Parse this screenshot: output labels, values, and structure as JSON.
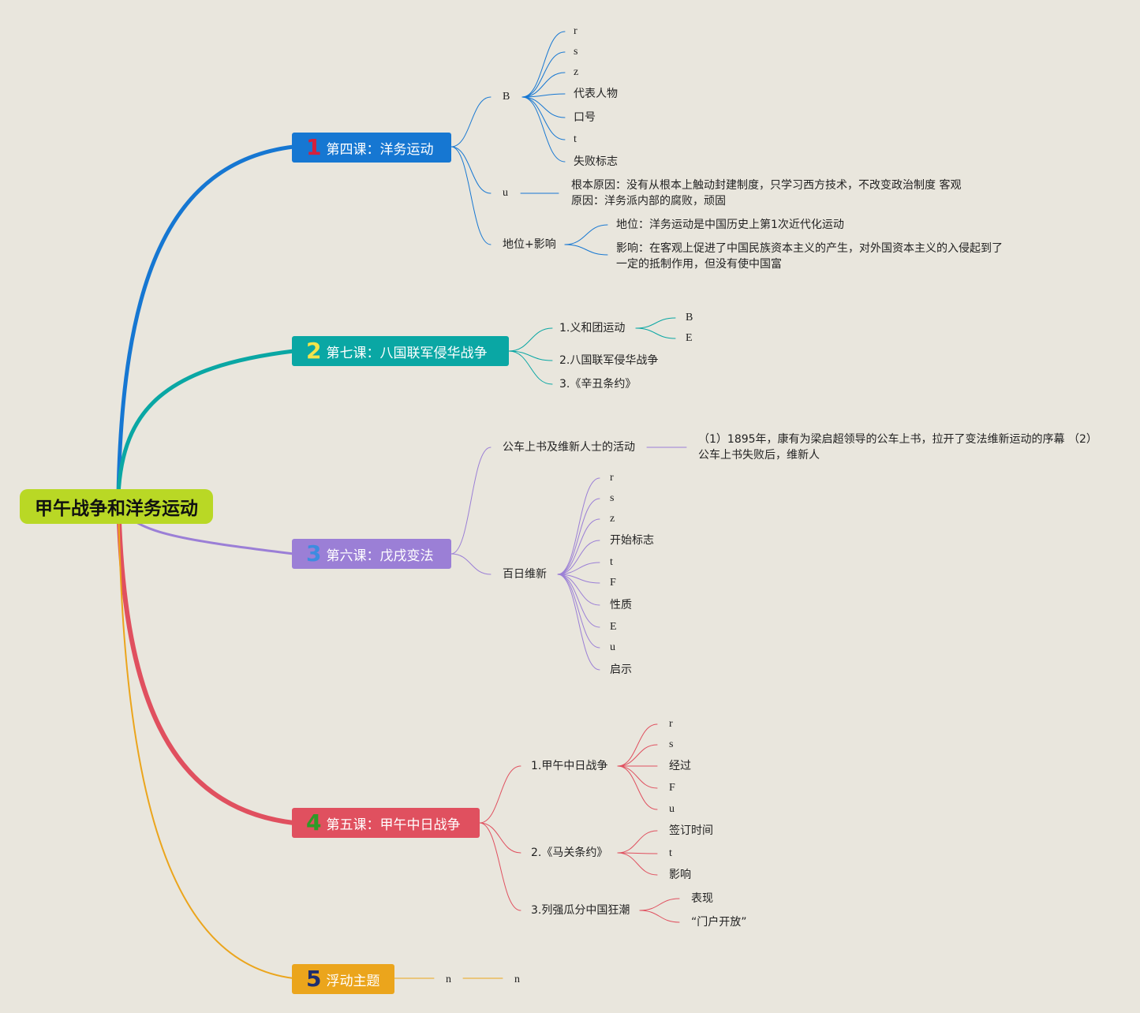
{
  "root": {
    "title": "甲午战争和洋务运动"
  },
  "colors": {
    "background": "#e9e6dd",
    "root": "#b9d825",
    "b1": "#1677d2",
    "b2": "#0aa7a4",
    "b3": "#9b7fd6",
    "b4": "#e0505f",
    "b5": "#eba51c",
    "n1": "#d4203d",
    "n2": "#f3e44a",
    "n3": "#3d8ce0",
    "n4": "#2d9b27",
    "n5": "#1f2e6e"
  },
  "b1": {
    "num": "1",
    "title": "第四课：洋务运动",
    "B": {
      "label": "B",
      "items": [
        "r",
        "s",
        "z",
        "代表人物",
        "口号",
        "t",
        "失败标志"
      ]
    },
    "u": {
      "label": "u",
      "note": "根本原因：没有从根本上触动封建制度，只学习西方技术，不改变政治制度 客观原因：洋务派内部的腐败，顽固"
    },
    "status": {
      "label": "地位+影响",
      "items": [
        "地位：洋务运动是中国历史上第1次近代化运动",
        "影响：在客观上促进了中国民族资本主义的产生，对外国资本主义的入侵起到了一定的抵制作用，但没有使中国富"
      ]
    }
  },
  "b2": {
    "num": "2",
    "title": "第七课：八国联军侵华战争",
    "a": {
      "label": "1.义和团运动",
      "items": [
        "B",
        "E"
      ]
    },
    "b": {
      "label": "2.八国联军侵华战争"
    },
    "c": {
      "label": "3.《辛丑条约》"
    }
  },
  "b3": {
    "num": "3",
    "title": "第六课：戊戌变法",
    "a": {
      "label": "公车上书及维新人士的活动",
      "note": "（1）1895年，康有为梁启超领导的公车上书，拉开了变法维新运动的序幕 （2）公车上书失败后，维新人"
    },
    "b": {
      "label": "百日维新",
      "items": [
        "r",
        "s",
        "z",
        "开始标志",
        "t",
        "F",
        "性质",
        "E",
        "u",
        "启示"
      ]
    }
  },
  "b4": {
    "num": "4",
    "title": "第五课：甲午中日战争",
    "a": {
      "label": "1.甲午中日战争",
      "items": [
        "r",
        "s",
        "经过",
        "F",
        "u"
      ]
    },
    "b": {
      "label": "2.《马关条约》",
      "items": [
        "签订时间",
        "t",
        "影响"
      ]
    },
    "c": {
      "label": "3.列强瓜分中国狂潮",
      "items": [
        "表现",
        "“门户开放”"
      ]
    }
  },
  "b5": {
    "num": "5",
    "title": "浮动主题",
    "child": "n",
    "grandchild": "n"
  }
}
